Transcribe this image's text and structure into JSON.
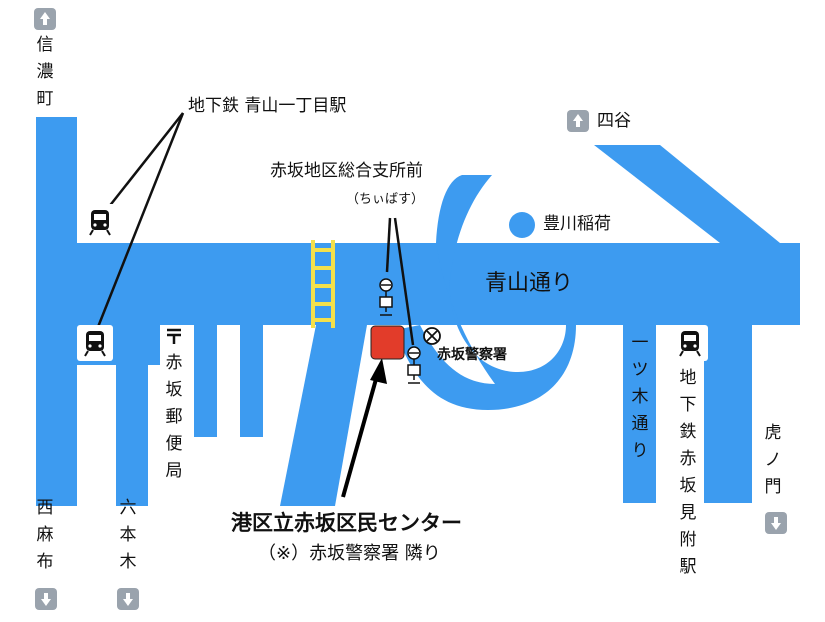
{
  "map": {
    "road_color": "#3d9bf0",
    "center_color": "#e23c2a",
    "ladder_color": "#f4e04a",
    "labels": {
      "shinanomachi": "信濃町",
      "subway_aoyama": "地下鉄 青山一丁目駅",
      "yotsuya": "四谷",
      "akasaka_branch": "赤坂地区総合支所前",
      "chiibasu": "（ちぃばす）",
      "toyokawa": "豊川稲荷",
      "aoyama_dori": "青山通り",
      "police": "赤坂警察署",
      "post_office": "赤坂郵便局",
      "hitotsugi": "一ツ木通り",
      "subway_akasaka_mitsuke": "地下鉄赤坂見附駅",
      "toranomon": "虎ノ門",
      "nishiazabu": "西麻布",
      "roppongi": "六本木",
      "center_name": "港区立赤坂区民センター",
      "center_note": "（※）赤坂警察署 隣り"
    },
    "icons": [
      "arrow-up-icon",
      "arrow-down-icon",
      "train-icon",
      "bus-stop-icon",
      "police-box-icon",
      "post-office-icon",
      "shrine-marker-icon"
    ]
  }
}
